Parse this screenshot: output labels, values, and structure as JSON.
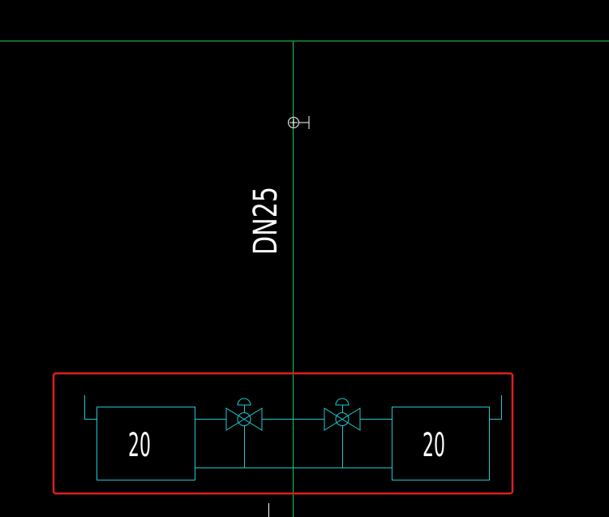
{
  "drawing": {
    "pipe_label": "DN25",
    "left_box_label": "20",
    "right_box_label": "20"
  },
  "colors": {
    "background": "#000000",
    "pipe": "#22c84a",
    "equipment": "#20c8d0",
    "label": "#ffffff",
    "highlight": "#e01e1e"
  }
}
